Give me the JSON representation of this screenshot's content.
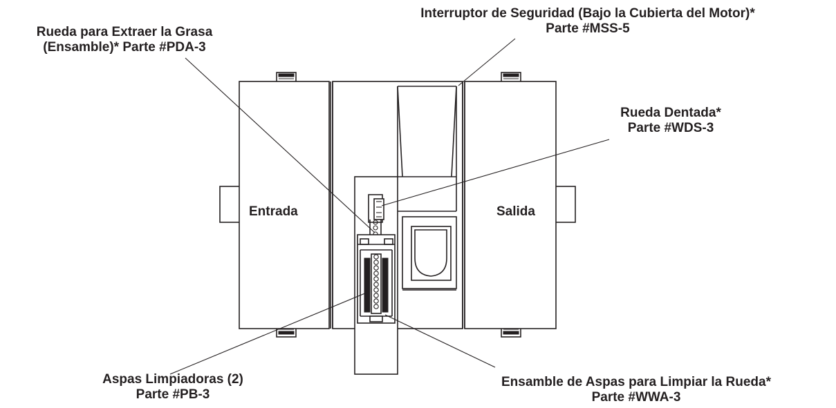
{
  "labels": {
    "grease_wheel": {
      "line1": "Rueda para Extraer la Grasa",
      "line2": "(Ensamble)* Parte #PDA-3"
    },
    "safety_switch": {
      "line1": "Interruptor de Seguridad (Bajo la Cubierta del Motor)*",
      "line2": "Parte #MSS-5"
    },
    "toothed_wheel": {
      "line1": "Rueda Dentada*",
      "line2": "Parte #WDS-3"
    },
    "entrance": "Entrada",
    "exit": "Salida",
    "cleaning_blades": {
      "line1": "Aspas Limpiadoras (2)",
      "line2": "Parte #PB-3"
    },
    "blade_assembly": {
      "line1": "Ensamble de Aspas para Limpiar la Rueda*",
      "line2": "Parte #WWA-3"
    }
  }
}
